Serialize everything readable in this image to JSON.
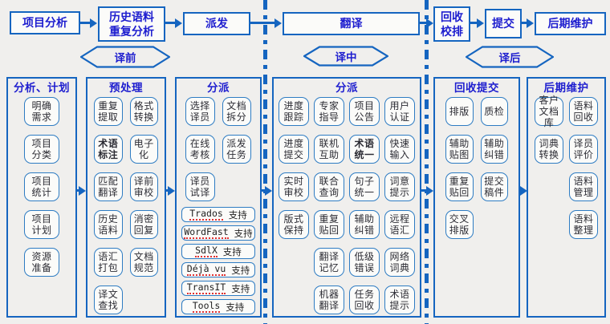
{
  "colors": {
    "accent": "#1565c0",
    "heading_text": "#1d1dcf",
    "box_border": "#2e7cc3",
    "box_text": "#2c2c34",
    "spellcheck_underline": "#e03030",
    "background": "#f0efed"
  },
  "top_flow": [
    {
      "id": "project-analysis",
      "lines": [
        "项目分析"
      ]
    },
    {
      "id": "history-corpus-repeat-analysis",
      "lines": [
        "历史语料",
        "重复分析"
      ]
    },
    {
      "id": "dispatch",
      "lines": [
        "派发"
      ]
    },
    {
      "id": "translation",
      "lines": [
        "翻译"
      ]
    },
    {
      "id": "collect-proofread",
      "lines": [
        "回收",
        "校排"
      ]
    },
    {
      "id": "submit",
      "lines": [
        "提交"
      ]
    },
    {
      "id": "post-maintenance",
      "lines": [
        "后期维护"
      ]
    }
  ],
  "phases": [
    {
      "label": "译前"
    },
    {
      "label": "译中"
    },
    {
      "label": "译后"
    }
  ],
  "columns": [
    {
      "title": "分析、计划",
      "cols": 1,
      "cells": [
        {
          "lines": [
            "明确",
            "需求"
          ]
        },
        {
          "lines": [
            "项目",
            "分类"
          ]
        },
        {
          "lines": [
            "项目",
            "统计"
          ]
        },
        {
          "lines": [
            "项目",
            "计划"
          ]
        },
        {
          "lines": [
            "资源",
            "准备"
          ]
        }
      ]
    },
    {
      "title": "预处理",
      "cols": 2,
      "cells": [
        {
          "lines": [
            "重复",
            "提取"
          ]
        },
        {
          "lines": [
            "格式",
            "转换"
          ]
        },
        {
          "lines": [
            "术语",
            "标注"
          ],
          "bold": true
        },
        {
          "lines": [
            "电子",
            "化"
          ]
        },
        {
          "lines": [
            "匹配",
            "翻译"
          ]
        },
        {
          "lines": [
            "译前",
            "审校"
          ]
        },
        {
          "lines": [
            "历史",
            "语料"
          ]
        },
        {
          "lines": [
            "消密",
            "回复"
          ]
        },
        {
          "lines": [
            "语汇",
            "打包"
          ]
        },
        {
          "lines": [
            "文档",
            "规范"
          ]
        },
        {
          "lines": [
            "译文",
            "查找"
          ]
        }
      ]
    },
    {
      "title": "分派",
      "cols": 2,
      "cells": [
        {
          "lines": [
            "选择",
            "译员"
          ]
        },
        {
          "lines": [
            "文档",
            "拆分"
          ]
        },
        {
          "lines": [
            "在线",
            "考核"
          ]
        },
        {
          "lines": [
            "派发",
            "任务"
          ]
        },
        {
          "lines": [
            "译员",
            "试译"
          ]
        },
        null
      ],
      "tools": [
        {
          "latin": "Trados",
          "suffix": "支持"
        },
        {
          "latin": "WordFast",
          "suffix": "支持"
        },
        {
          "latin": "SdlX",
          "suffix": "支持"
        },
        {
          "latin": "Déjà vu",
          "suffix": "支持"
        },
        {
          "latin": "TransIT",
          "suffix": "支持"
        },
        {
          "latin": "Tools",
          "suffix": "支持"
        }
      ]
    },
    {
      "title": "分派",
      "cols": 4,
      "cells": [
        {
          "lines": [
            "进度",
            "跟踪"
          ]
        },
        {
          "lines": [
            "专家",
            "指导"
          ]
        },
        {
          "lines": [
            "项目",
            "公告"
          ]
        },
        {
          "lines": [
            "用户",
            "认证"
          ]
        },
        {
          "lines": [
            "进度",
            "提交"
          ]
        },
        {
          "lines": [
            "联机",
            "互助"
          ]
        },
        {
          "lines": [
            "术语",
            "统一"
          ],
          "bold": true
        },
        {
          "lines": [
            "快速",
            "输入"
          ]
        },
        {
          "lines": [
            "实时",
            "审校"
          ]
        },
        {
          "lines": [
            "联合",
            "查询"
          ]
        },
        {
          "lines": [
            "句子",
            "统一"
          ]
        },
        {
          "lines": [
            "词意",
            "提示"
          ]
        },
        {
          "lines": [
            "版式",
            "保持"
          ]
        },
        {
          "lines": [
            "重复",
            "贴回"
          ]
        },
        {
          "lines": [
            "辅助",
            "纠错"
          ]
        },
        {
          "lines": [
            "远程",
            "语汇"
          ]
        },
        null,
        {
          "lines": [
            "翻译",
            "记忆"
          ]
        },
        {
          "lines": [
            "低级",
            "错误"
          ]
        },
        {
          "lines": [
            "网络",
            "词典"
          ]
        },
        null,
        {
          "lines": [
            "机器",
            "翻译"
          ]
        },
        {
          "lines": [
            "任务",
            "回收"
          ]
        },
        {
          "lines": [
            "术语",
            "提示"
          ]
        }
      ]
    },
    {
      "title": "回收提交",
      "cols": 2,
      "cells": [
        {
          "lines": [
            "排版"
          ]
        },
        {
          "lines": [
            "质检"
          ]
        },
        {
          "lines": [
            "辅助",
            "贴图"
          ]
        },
        {
          "lines": [
            "辅助",
            "纠错"
          ]
        },
        {
          "lines": [
            "重复",
            "贴回"
          ]
        },
        {
          "lines": [
            "提交",
            "稿件"
          ]
        },
        {
          "lines": [
            "交叉",
            "排版"
          ]
        },
        null
      ]
    },
    {
      "title": "后期维护",
      "cols": 2,
      "cells": [
        {
          "lines": [
            "客户",
            "文档库"
          ]
        },
        {
          "lines": [
            "语料",
            "回收"
          ]
        },
        {
          "lines": [
            "词典",
            "转换"
          ]
        },
        {
          "lines": [
            "译员",
            "评价"
          ]
        },
        null,
        {
          "lines": [
            "语料",
            "管理"
          ]
        },
        null,
        {
          "lines": [
            "语料",
            "整理"
          ]
        }
      ]
    }
  ]
}
